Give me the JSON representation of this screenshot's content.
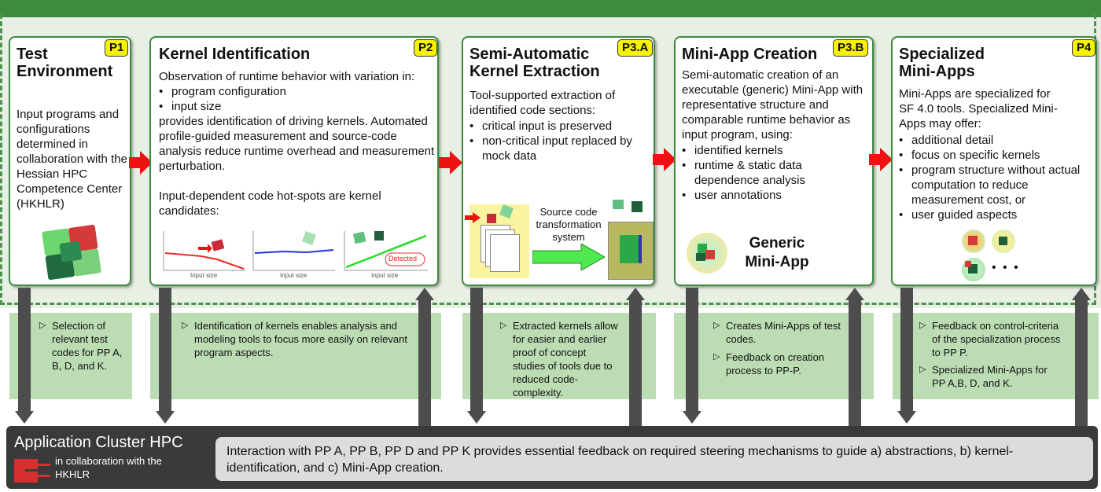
{
  "panels": {
    "p1": {
      "title": "Test Environment",
      "badge": "P1",
      "text": "Input programs and configurations determined in collaboration with the Hessian HPC Competence Center (HKHLR)"
    },
    "p2": {
      "title": "Kernel Identification",
      "badge": "P2",
      "intro": "Observation of runtime behavior with variation in:",
      "bullets": [
        "program configuration",
        "input size"
      ],
      "text2": "provides identification of driving kernels. Automated profile-guided measurement and source-code analysis reduce runtime overhead and measurement perturbation.",
      "text3": "Input-dependent code hot-spots are kernel candidates:",
      "axis_label": "Input size",
      "detected": "Detected"
    },
    "p3a": {
      "title": "Semi-Automatic Kernel Extraction",
      "badge": "P3.A",
      "intro": "Tool-supported extraction of identified code sections:",
      "bullets": [
        "critical input is preserved",
        "non-critical input replaced by mock data"
      ],
      "transform": "Source code transformation system"
    },
    "p3b": {
      "title": "Mini-App Creation",
      "badge": "P3.B",
      "intro": "Semi-automatic creation of an executable (generic) Mini-App with representative structure and comparable runtime behavior as input program, using:",
      "bullets": [
        "identified kernels",
        "runtime & static data dependence analysis",
        "user annotations"
      ],
      "generic": "Generic Mini-App"
    },
    "p4": {
      "title": "Specialized Mini-Apps",
      "badge": "P4",
      "intro": "Mini-Apps are specialized for SF 4.0 tools. Specialized Mini-Apps may offer:",
      "bullets": [
        "additional detail",
        "focus on specific kernels",
        "program structure without actual computation to reduce measurement cost, or",
        "user guided aspects"
      ],
      "ellipsis": "• • •"
    }
  },
  "feedback": {
    "g1": [
      "Selection of relevant test codes for PP A, B, D, and K."
    ],
    "g2": [
      "Identification of kernels enables analysis and modeling tools to focus more easily on relevant program aspects."
    ],
    "g3": [
      "Extracted kernels allow for easier and earlier proof of concept studies of tools due to reduced code-complexity."
    ],
    "g4": [
      "Creates Mini-Apps of test codes.",
      "Feedback on creation process to PP-P."
    ],
    "g5": [
      "Feedback on control-criteria of the specialization process to PP P.",
      "Specialized Mini-Apps for PP A,B, D, and K."
    ]
  },
  "cluster": {
    "title": "Application Cluster HPC",
    "subtitle": "in collaboration with the HKHLR",
    "note": "Interaction with PP A, PP B, PP D and PP K provides essential feedback on required steering mechanisms to guide a) abstractions, b) kernel-identification, and c) Mini-App creation."
  },
  "colors": {
    "green": "#3e8b3e",
    "badge": "#f6f200",
    "arrow": "#ee1111",
    "feedback_bg": "#bcdcb4",
    "cluster_bg": "#3a3a3a"
  }
}
